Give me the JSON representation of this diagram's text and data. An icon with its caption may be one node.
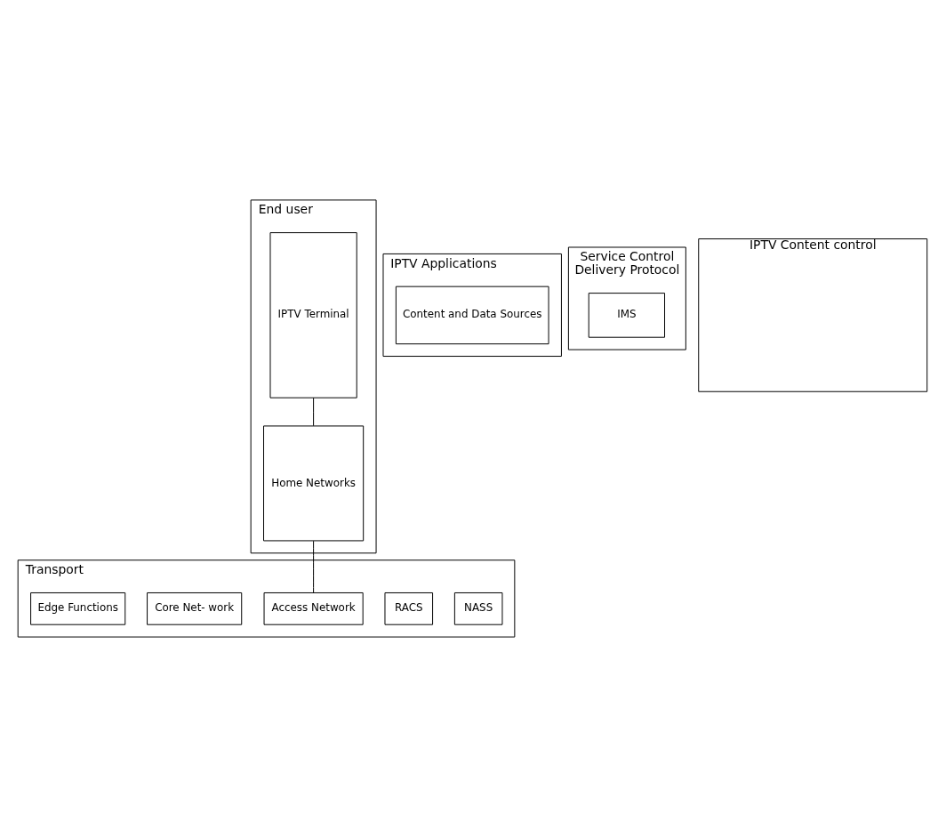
{
  "diagram": {
    "nodes": [
      {
        "text": [
          "End user"
        ]
      },
      {
        "text": [
          "IPTV Terminal"
        ],
        "in": 0
      },
      {
        "text": [
          "Home Networks"
        ],
        "in": 0
      },
      {
        "text": [
          "IPTV Applications"
        ]
      },
      {
        "text": [
          "Content and Data Sources"
        ],
        "in": 3
      },
      {
        "text": [
          "Service Control",
          "Delivery Protocol"
        ]
      },
      {
        "text": [
          "IMS"
        ],
        "in": 5
      },
      {
        "text": [
          "IPTV Content control"
        ]
      },
      {
        "text": [
          "Transport"
        ]
      },
      {
        "text": [
          "NASS"
        ],
        "in": 8
      },
      {
        "text": [
          "RACS"
        ],
        "in": 8
      },
      {
        "text": [
          "Access Network"
        ],
        "in": 8
      },
      {
        "text": [
          "Core Net- work"
        ],
        "in": 8
      },
      {
        "text": [
          "Edge Functions"
        ],
        "in": 8
      }
    ],
    "edges": [
      {
        "from": 1,
        "to": 2,
        "arrow": "none"
      },
      {
        "from": 2,
        "to": 11,
        "arrow": "none"
      }
    ]
  }
}
